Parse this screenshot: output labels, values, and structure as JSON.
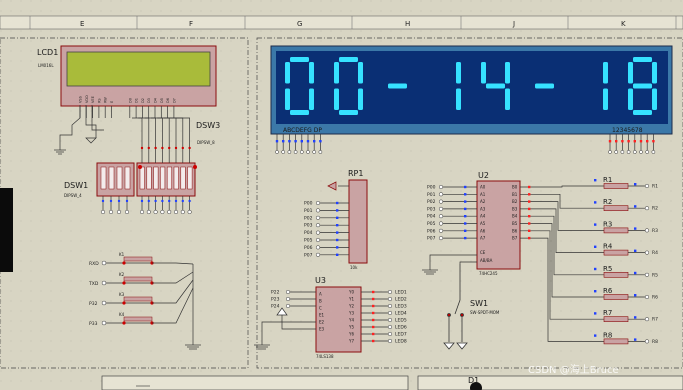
{
  "ruler_columns": [
    "E",
    "F",
    "G",
    "H",
    "J",
    "K"
  ],
  "lcd": {
    "ref": "LCD1",
    "part": "LM016L",
    "pins": [
      "VSS",
      "VDD",
      "VEE",
      "RS",
      "RW",
      "E",
      "D0",
      "D1",
      "D2",
      "D3",
      "D4",
      "D5",
      "D6",
      "D7"
    ]
  },
  "dsw3": {
    "ref": "DSW3",
    "part": "DIPSW_8"
  },
  "dsw1": {
    "ref": "DSW1",
    "part": "DIPSW_4"
  },
  "display": {
    "digits": "00-14-18",
    "seg_label": "ABCDEFG DP",
    "dig_label": "12345678",
    "digit_color": "#36e2ff",
    "bg_color": "#0a2f74"
  },
  "rp1": {
    "ref": "RP1",
    "value": "10k",
    "pins": [
      "P00",
      "P01",
      "P02",
      "P03",
      "P04",
      "P05",
      "P06",
      "P07"
    ]
  },
  "u2": {
    "ref": "U2",
    "part": "74HC245",
    "a_pins": [
      "A0",
      "A1",
      "A2",
      "A3",
      "A4",
      "A5",
      "A6",
      "A7"
    ],
    "b_pins": [
      "B0",
      "B1",
      "B2",
      "B3",
      "B4",
      "B5",
      "B6",
      "B7"
    ],
    "ctrl": [
      "CE",
      "AB/BA"
    ],
    "inputs": [
      "P00",
      "P01",
      "P02",
      "P03",
      "P04",
      "P05",
      "P06",
      "P07"
    ]
  },
  "resistors": [
    "R1",
    "R2",
    "R3",
    "R4",
    "R5",
    "R6",
    "R7",
    "R8"
  ],
  "sw1": {
    "ref": "SW1",
    "part": "SW-SPDT-MOM"
  },
  "u3": {
    "ref": "U3",
    "part": "74LS138",
    "in_pins": [
      "A",
      "B",
      "C",
      "E1",
      "E2",
      "E3"
    ],
    "out_pins": [
      "Y0",
      "Y1",
      "Y2",
      "Y3",
      "Y4",
      "Y5",
      "Y6",
      "Y7"
    ],
    "inputs": [
      "P22",
      "P23",
      "P24"
    ],
    "outputs": [
      "LED1",
      "LED2",
      "LED3",
      "LED4",
      "LED5",
      "LED6",
      "LED7",
      "LED8"
    ]
  },
  "keys": [
    {
      "ref": "K1",
      "net": "RXD"
    },
    {
      "ref": "K2",
      "net": "TXD"
    },
    {
      "ref": "K3",
      "net": "P32"
    },
    {
      "ref": "K4",
      "net": "P33"
    }
  ],
  "d1": {
    "ref": "D1"
  },
  "watermark": "CSDN @海上Bruce"
}
